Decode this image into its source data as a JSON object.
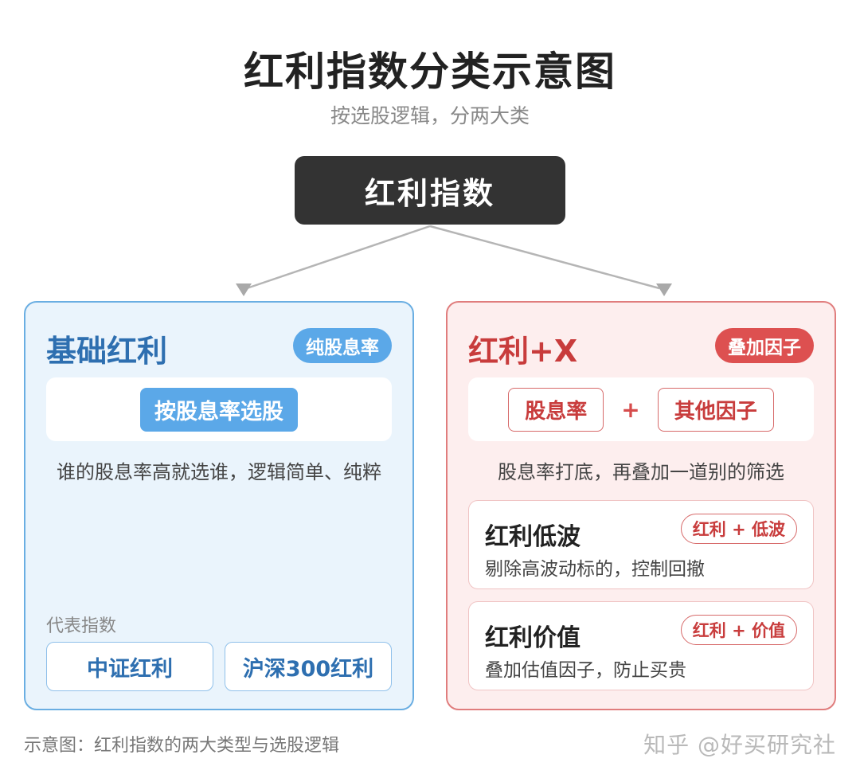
{
  "header": {
    "title": "红利指数分类示意图",
    "subtitle": "按选股逻辑，分两大类"
  },
  "root": {
    "label": "红利指数"
  },
  "colors": {
    "dark": "#333333",
    "blue_accent": "#5ba8e8",
    "blue_text": "#2e6fb0",
    "red_accent": "#dd5050",
    "red_text": "#c83c3c",
    "connector": "#b5b5b5"
  },
  "left_panel": {
    "title": "基础红利",
    "tag": "纯股息率",
    "method_chip": "按股息率选股",
    "description": "谁的股息率高就选谁，逻辑简单、纯粹",
    "rep_label": "代表指数",
    "rep_indices": [
      "中证红利",
      "沪深300红利"
    ]
  },
  "right_panel": {
    "title": "红利+X",
    "tag": "叠加因子",
    "factor_a": "股息率",
    "plus": "+",
    "factor_b": "其他因子",
    "description": "股息率打底，再叠加一道别的筛选",
    "sub_cards": [
      {
        "title": "红利低波",
        "pill": "红利 + 低波",
        "desc": "剔除高波动标的，控制回撤"
      },
      {
        "title": "红利价值",
        "pill": "红利 + 价值",
        "desc": "叠加估值因子，防止买贵"
      }
    ]
  },
  "footer": {
    "caption": "示意图：红利指数的两大类型与选股逻辑",
    "watermark": "知乎 @好买研究社"
  }
}
